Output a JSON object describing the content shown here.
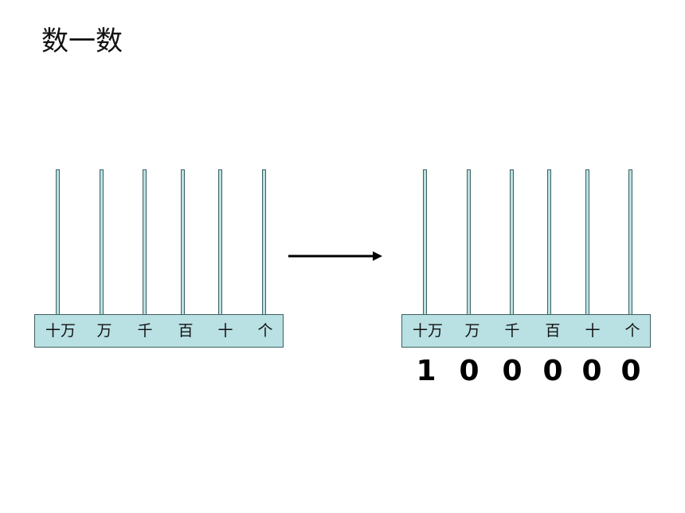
{
  "slide": {
    "title": "数一数"
  },
  "abacus_left": {
    "labels": [
      "十万",
      "万",
      "千",
      "百",
      "十",
      "个"
    ]
  },
  "abacus_right": {
    "labels": [
      "十万",
      "万",
      "千",
      "百",
      "十",
      "个"
    ],
    "digits": [
      "1",
      "0",
      "0",
      "0",
      "0",
      "0"
    ]
  },
  "colors": {
    "abacus_fill": "#b9e0e3",
    "abacus_border": "#3e5f60",
    "text": "#111111"
  },
  "icons": {
    "arrow": "right-arrow-icon"
  }
}
